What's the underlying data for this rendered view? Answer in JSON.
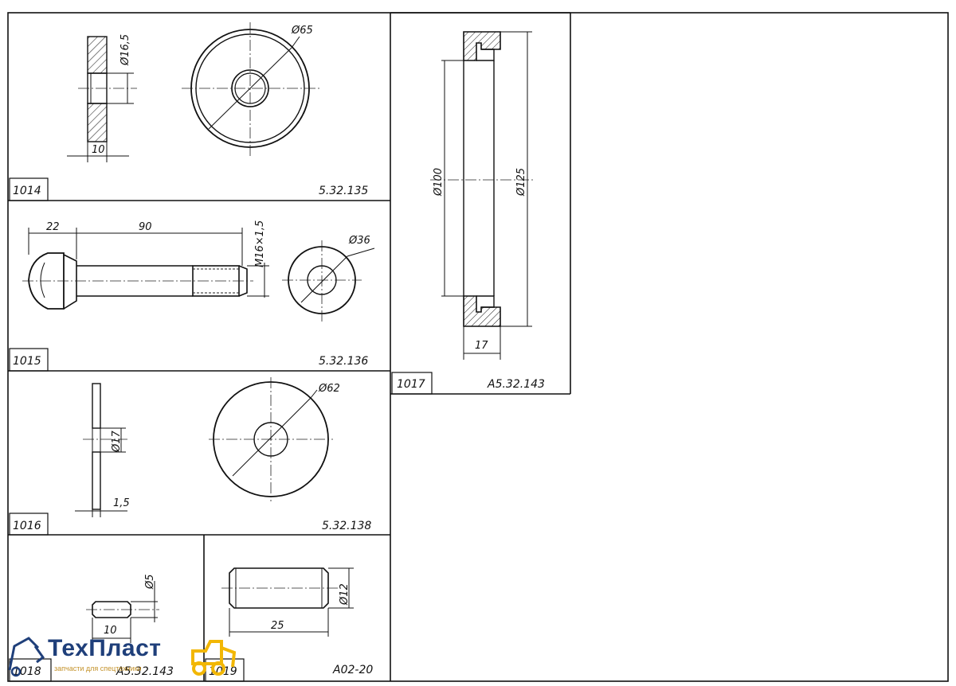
{
  "sheet": {
    "parts": [
      {
        "number": "1014",
        "designation": "5.32.135",
        "dimensions": [
          "Ø16,5",
          "Ø65",
          "10"
        ]
      },
      {
        "number": "1015",
        "designation": "5.32.136",
        "dimensions": [
          "22",
          "90",
          "M16×1,5",
          "Ø36"
        ]
      },
      {
        "number": "1016",
        "designation": "5.32.138",
        "dimensions": [
          "Ø17",
          "Ø62",
          "1,5"
        ]
      },
      {
        "number": "1017",
        "designation": "А5.32.143",
        "dimensions": [
          "Ø100",
          "Ø125",
          "17"
        ]
      },
      {
        "number": "1018",
        "designation": "А5.32.143",
        "dimensions": [
          "Ø5",
          "10"
        ]
      },
      {
        "number": "1019",
        "designation": "А02-20",
        "dimensions": [
          "Ø12",
          "25"
        ]
      }
    ]
  },
  "logo": {
    "name": "ТехПласт",
    "tagline": "запчасти для спецтехники",
    "color": "#1f3f7a",
    "accent": "#f2b705"
  }
}
